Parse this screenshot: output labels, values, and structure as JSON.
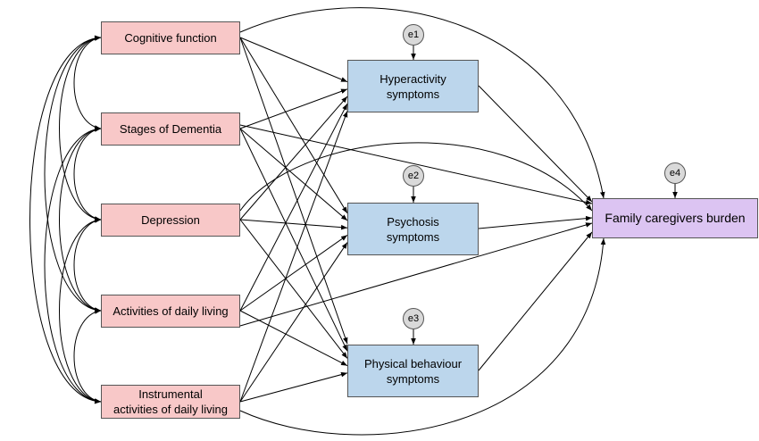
{
  "exogenous": [
    {
      "id": "cognitive",
      "label": "Cognitive function"
    },
    {
      "id": "stages",
      "label": "Stages of Dementia"
    },
    {
      "id": "depression",
      "label": "Depression"
    },
    {
      "id": "adl",
      "label": "Activities of daily living"
    },
    {
      "id": "iadl",
      "label": "Instrumental\nactivities of daily living"
    }
  ],
  "mediators": [
    {
      "id": "hyper",
      "label": "Hyperactivity\nsymptoms"
    },
    {
      "id": "psych",
      "label": "Psychosis\nsymptoms"
    },
    {
      "id": "phys",
      "label": "Physical behaviour\nsymptoms"
    }
  ],
  "outcome": {
    "id": "burden",
    "label": "Family caregivers burden"
  },
  "errors": [
    {
      "id": "e1",
      "label": "e1",
      "target": "hyper"
    },
    {
      "id": "e2",
      "label": "e2",
      "target": "psych"
    },
    {
      "id": "e3",
      "label": "e3",
      "target": "phys"
    },
    {
      "id": "e4",
      "label": "e4",
      "target": "burden"
    }
  ],
  "colors": {
    "exogenous": "#f8c8c8",
    "mediator": "#bcd6ec",
    "outcome": "#dcc4f2",
    "error": "#d9d9d9"
  }
}
